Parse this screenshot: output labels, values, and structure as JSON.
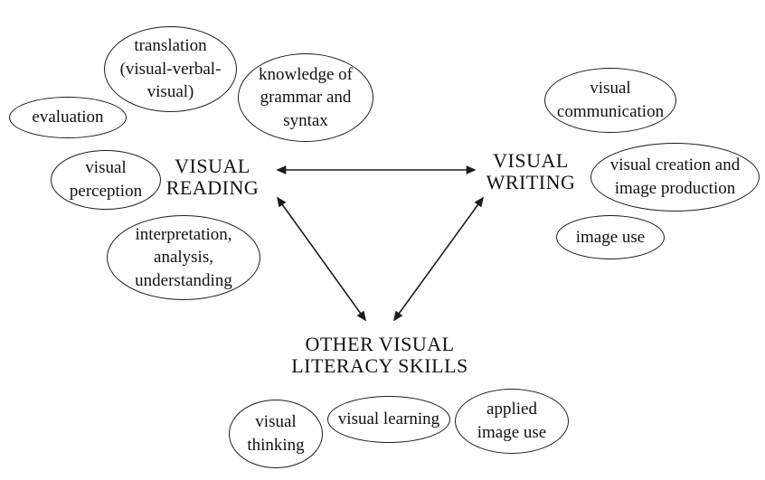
{
  "diagram": {
    "title_implicit": "Visual literacy skills diagram",
    "background_color": "#ffffff",
    "stroke_color": "#1c1c1c",
    "text_color": "#111111",
    "nodes": {
      "reading": {
        "label": "VISUAL\nREADING"
      },
      "writing": {
        "label": "VISUAL\nWRITING"
      },
      "other": {
        "label": "OTHER VISUAL\nLITERACY SKILLS"
      }
    },
    "bubbles": [
      {
        "id": "translation",
        "group": "visual-reading",
        "text": "translation\n(visual-verbal-\nvisual)"
      },
      {
        "id": "knowledge-grammar",
        "group": "visual-reading",
        "text": "knowledge of\ngrammar and\nsyntax"
      },
      {
        "id": "evaluation",
        "group": "visual-reading",
        "text": "evaluation"
      },
      {
        "id": "visual-perception",
        "group": "visual-reading",
        "text": "visual\nperception"
      },
      {
        "id": "interpretation",
        "group": "visual-reading",
        "text": "interpretation,\nanalysis,\nunderstanding"
      },
      {
        "id": "visual-communication",
        "group": "visual-writing",
        "text": "visual\ncommunication"
      },
      {
        "id": "visual-creation",
        "group": "visual-writing",
        "text": "visual creation and\nimage production"
      },
      {
        "id": "image-use",
        "group": "visual-writing",
        "text": "image use"
      },
      {
        "id": "visual-thinking",
        "group": "other-visual-literacy-skills",
        "text": "visual\nthinking"
      },
      {
        "id": "visual-learning",
        "group": "other-visual-literacy-skills",
        "text": "visual learning"
      },
      {
        "id": "applied-image-use",
        "group": "other-visual-literacy-skills",
        "text": "applied\nimage use"
      }
    ],
    "connections": [
      {
        "from": "visual-reading",
        "to": "visual-writing",
        "style": "double-headed-arrow"
      },
      {
        "from": "visual-reading",
        "to": "other-visual-literacy-skills",
        "style": "double-headed-arrow"
      },
      {
        "from": "visual-writing",
        "to": "other-visual-literacy-skills",
        "style": "double-headed-arrow"
      }
    ]
  }
}
